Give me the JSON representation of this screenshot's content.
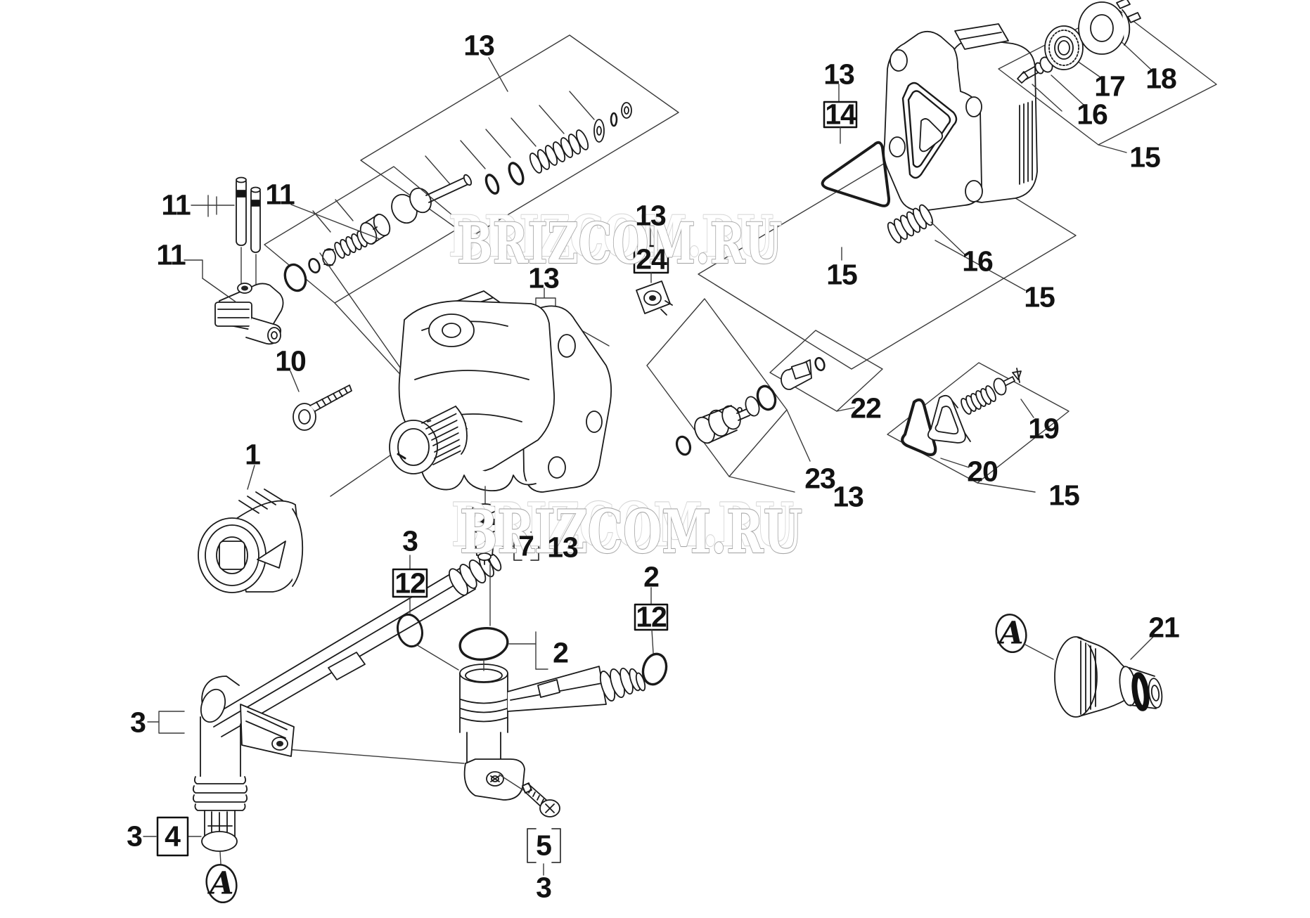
{
  "diagram": {
    "type": "exploded-parts-diagram",
    "watermark": "BRIZCOM.RU",
    "labels": [
      "13",
      "11",
      "11",
      "11",
      "10",
      "1",
      "13",
      "13",
      "24",
      "13",
      "14",
      "15",
      "16",
      "17",
      "18",
      "15",
      "16",
      "15",
      "22",
      "23",
      "13",
      "19",
      "20",
      "15",
      "3",
      "12",
      "7",
      "13",
      "2",
      "2",
      "12",
      "3",
      "3",
      "4",
      "5",
      "3",
      "21",
      "A",
      "A"
    ]
  }
}
